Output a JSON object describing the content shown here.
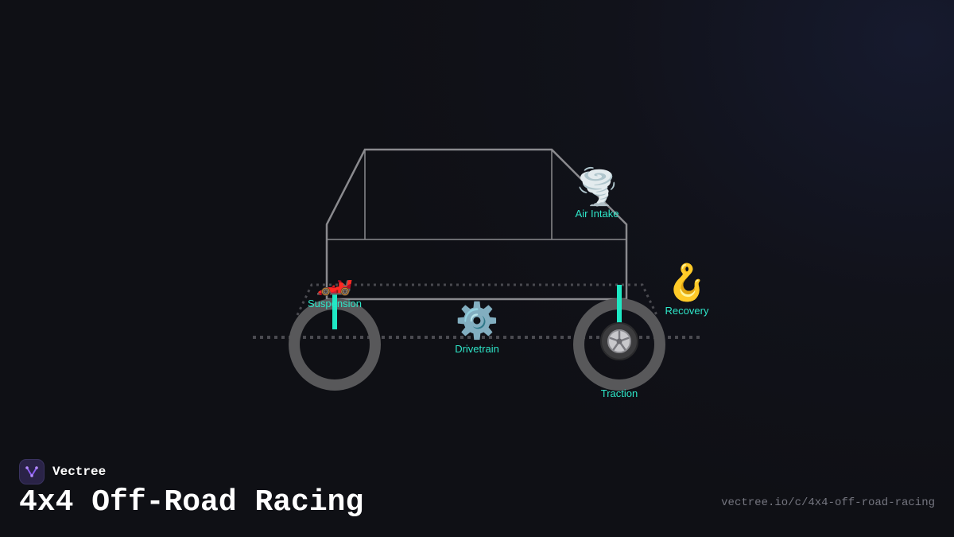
{
  "brand": {
    "name": "Vectree",
    "logo_icon": "vectree-logo-icon"
  },
  "page": {
    "title": "4x4 Off-Road Racing",
    "url": "vectree.io/c/4x4-off-road-racing"
  },
  "diagram": {
    "subject": "off-road 4x4 vehicle",
    "nodes": [
      {
        "id": "air-intake",
        "label": "Air Intake",
        "icon": "tornado-icon",
        "glyph": "🌪️"
      },
      {
        "id": "recovery",
        "label": "Recovery",
        "icon": "hook-icon",
        "glyph": "🪝"
      },
      {
        "id": "suspension",
        "label": "Suspension",
        "icon": "race-car-icon",
        "glyph": "🏎️"
      },
      {
        "id": "drivetrain",
        "label": "Drivetrain",
        "icon": "gear-icon",
        "glyph": "⚙️"
      },
      {
        "id": "traction",
        "label": "Traction",
        "icon": "wheel-icon",
        "glyph": "🛞"
      }
    ]
  },
  "colors": {
    "background": "#11121a",
    "outline": "#8a8a8e",
    "wheel": "#58585a",
    "accent": "#1ee8c4",
    "label": "#2ee6c8",
    "dotted": "#4a4a50",
    "url": "#74757f",
    "logo": "#8a5cf0"
  }
}
